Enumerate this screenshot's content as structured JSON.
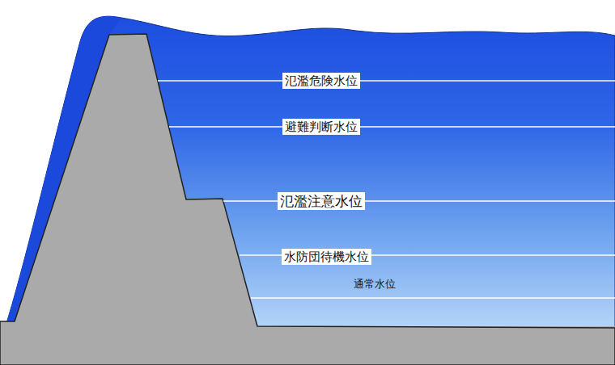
{
  "diagram": {
    "labels": [
      "氾濫危険水位",
      "避難判断水位",
      "氾濫注意水位",
      "水防団待機水位",
      "通常水位"
    ]
  }
}
